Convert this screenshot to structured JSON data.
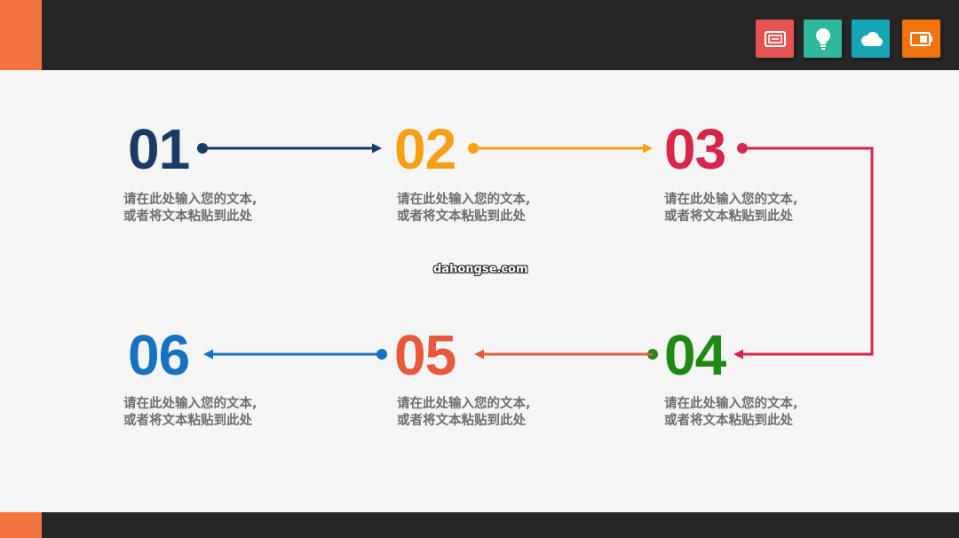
{
  "header": {
    "icons": [
      {
        "name": "card-icon",
        "color": "#e55452"
      },
      {
        "name": "lightbulb-icon",
        "color": "#2fb99a"
      },
      {
        "name": "cloud-icon",
        "color": "#16a5b5"
      },
      {
        "name": "battery-icon",
        "color": "#f0730e"
      }
    ]
  },
  "steps": [
    {
      "number": "01",
      "color": "#1b3a66",
      "line1": "请在此处输入您的文本,",
      "line2": "或者将文本粘贴到此处"
    },
    {
      "number": "02",
      "color": "#f7a014",
      "line1": "请在此处输入您的文本,",
      "line2": "或者将文本粘贴到此处"
    },
    {
      "number": "03",
      "color": "#d8254b",
      "line1": "请在此处输入您的文本,",
      "line2": "或者将文本粘贴到此处"
    },
    {
      "number": "04",
      "color": "#1e8a13",
      "line1": "请在此处输入您的文本,",
      "line2": "或者将文本粘贴到此处"
    },
    {
      "number": "05",
      "color": "#e8583a",
      "line1": "请在此处输入您的文本,",
      "line2": "或者将文本粘贴到此处"
    },
    {
      "number": "06",
      "color": "#1672be",
      "line1": "请在此处输入您的文本,",
      "line2": "或者将文本粘贴到此处"
    }
  ],
  "watermark": "dahongse.com"
}
